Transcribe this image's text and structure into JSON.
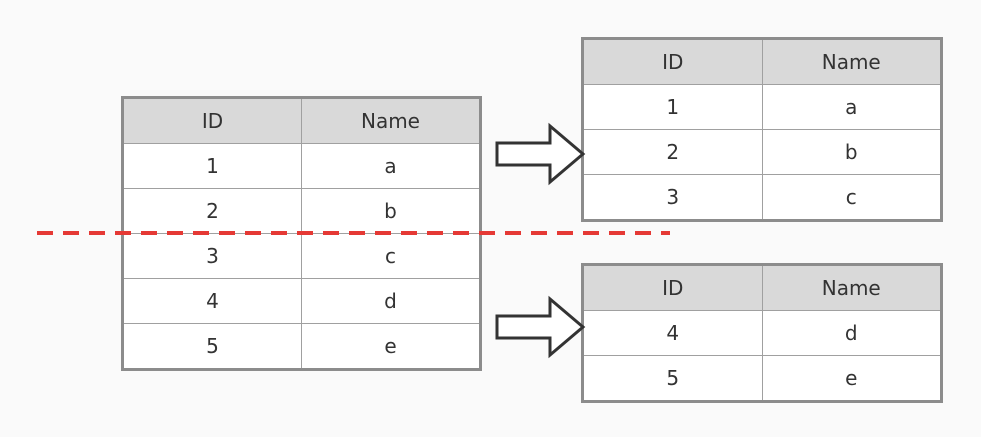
{
  "columns": [
    "ID",
    "Name"
  ],
  "source_table": {
    "rows": [
      [
        "1",
        "a"
      ],
      [
        "2",
        "b"
      ],
      [
        "3",
        "c"
      ],
      [
        "4",
        "d"
      ],
      [
        "5",
        "e"
      ]
    ]
  },
  "result_tables": [
    {
      "rows": [
        [
          "1",
          "a"
        ],
        [
          "2",
          "b"
        ],
        [
          "3",
          "c"
        ]
      ]
    },
    {
      "rows": [
        [
          "4",
          "d"
        ],
        [
          "5",
          "e"
        ]
      ]
    }
  ],
  "colors": {
    "split_line": "#e53935",
    "header_bg": "#d9d9d9",
    "table_border": "#8c8c8c",
    "arrow_stroke": "#333333"
  },
  "icons": [
    "right-arrow-icon",
    "right-arrow-icon"
  ]
}
